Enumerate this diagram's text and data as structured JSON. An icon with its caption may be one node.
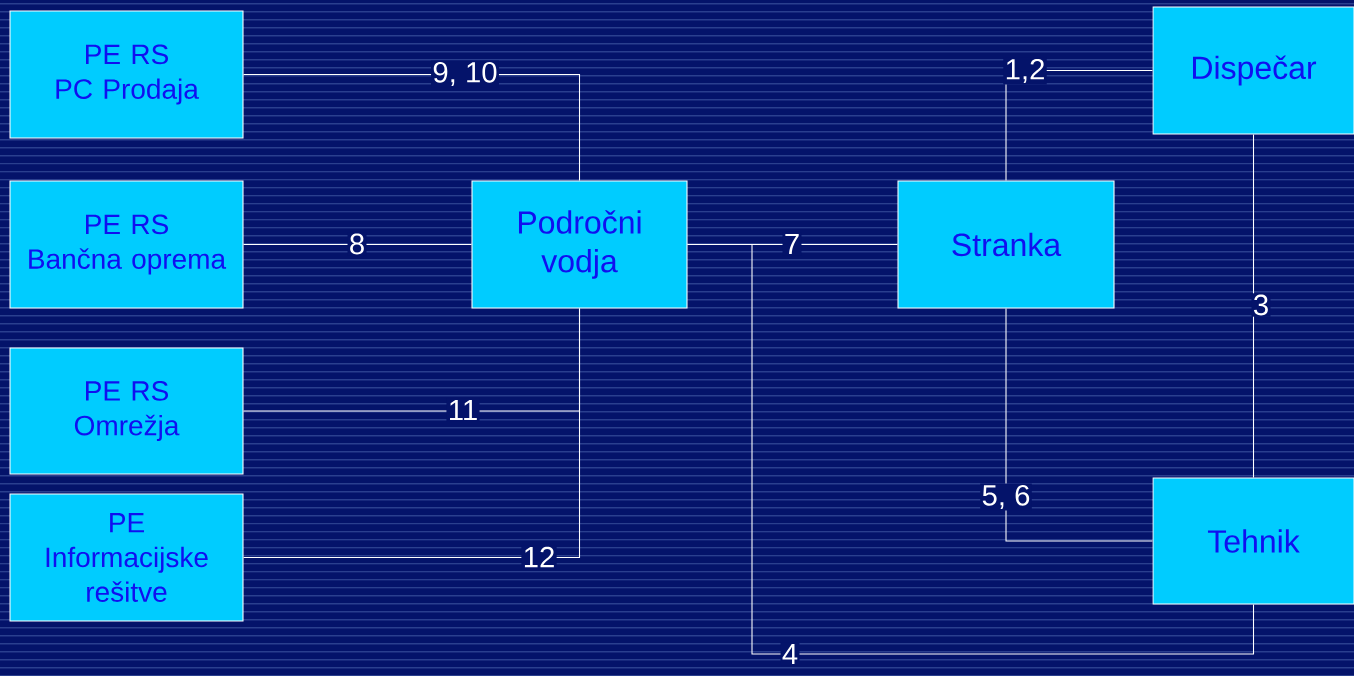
{
  "diagram": {
    "nodes": [
      {
        "text": [
          "PE RS",
          "PC Prodaja"
        ]
      },
      {
        "text": [
          "PE RS",
          "Bančna oprema"
        ]
      },
      {
        "text": [
          "PE RS",
          "Omrežja"
        ]
      },
      {
        "text": [
          "PE",
          "Informacijske rešitve"
        ]
      },
      {
        "text": [
          "Področni vodja"
        ]
      },
      {
        "text": [
          "Stranka"
        ]
      },
      {
        "text": [
          "Dispečar"
        ]
      },
      {
        "text": [
          "Tehnik"
        ]
      }
    ],
    "edges": [
      {
        "from": 0,
        "to": 4,
        "arrow": "none",
        "label": "9, 10"
      },
      {
        "from": 1,
        "to": 4,
        "arrow": "none",
        "label": "8"
      },
      {
        "from": 2,
        "to": 4,
        "arrow": "none",
        "label": "11"
      },
      {
        "from": 3,
        "to": 4,
        "arrow": "none",
        "label": "12"
      },
      {
        "from": 4,
        "to": 5,
        "arrow": "none",
        "label": "7"
      },
      {
        "from": 5,
        "to": 6,
        "arrow": "none",
        "label": "1,2"
      },
      {
        "from": 6,
        "to": 7,
        "arrow": "none",
        "label": "3"
      },
      {
        "from": 5,
        "to": 7,
        "arrow": "none",
        "label": "5, 6"
      },
      {
        "from": 4,
        "to": 7,
        "arrow": "none",
        "label": "4"
      }
    ]
  }
}
